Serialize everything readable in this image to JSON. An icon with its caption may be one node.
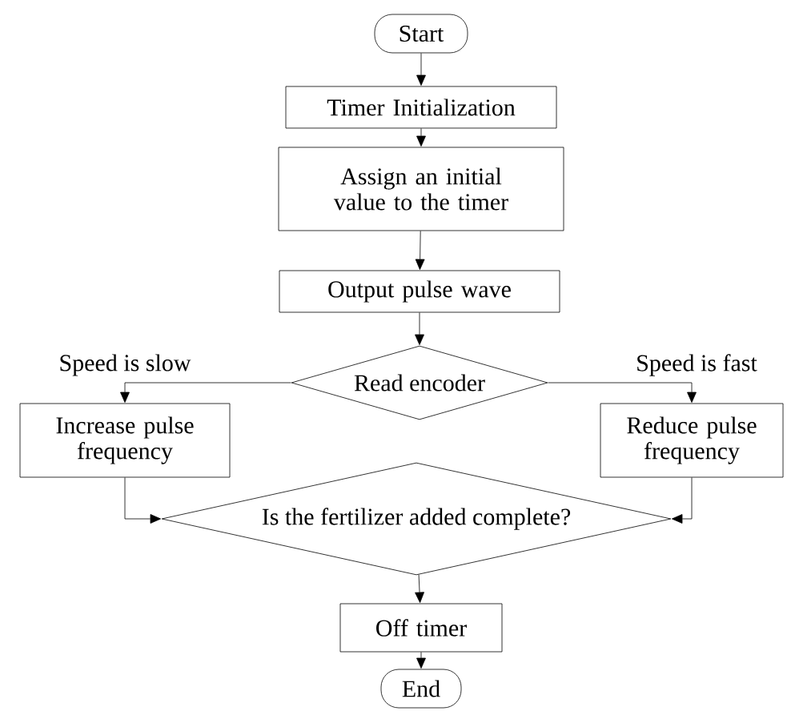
{
  "diagram": {
    "nodes": [
      {
        "text": [
          "Start"
        ]
      },
      {
        "text": [
          "Timer Initialization"
        ]
      },
      {
        "text": [
          "Assign an initial value to the timer"
        ]
      },
      {
        "text": [
          "Output pulse wave"
        ]
      },
      {
        "text": [
          "Read encoder"
        ]
      },
      {
        "text": [
          "Increase pulse frequency"
        ]
      },
      {
        "text": [
          "Reduce pulse frequency"
        ]
      },
      {
        "text": [
          "Is the fertilizer added complete?"
        ]
      },
      {
        "text": [
          "Off timer"
        ]
      },
      {
        "text": [
          "End"
        ]
      }
    ],
    "edges": [
      {
        "from": 0,
        "to": 1,
        "arrow": "to"
      },
      {
        "from": 1,
        "to": 2,
        "arrow": "to"
      },
      {
        "from": 2,
        "to": 3,
        "arrow": "to"
      },
      {
        "from": 3,
        "to": 4,
        "arrow": "to"
      },
      {
        "from": 4,
        "to": 5,
        "arrow": "to",
        "label": "Speed is slow"
      },
      {
        "from": 4,
        "to": 6,
        "arrow": "to",
        "label": "Speed is fast"
      },
      {
        "from": 5,
        "to": 7,
        "arrow": "to"
      },
      {
        "from": 6,
        "to": 7,
        "arrow": "to"
      },
      {
        "from": 7,
        "to": 8,
        "arrow": "to"
      },
      {
        "from": 8,
        "to": 9,
        "arrow": "to"
      }
    ]
  }
}
